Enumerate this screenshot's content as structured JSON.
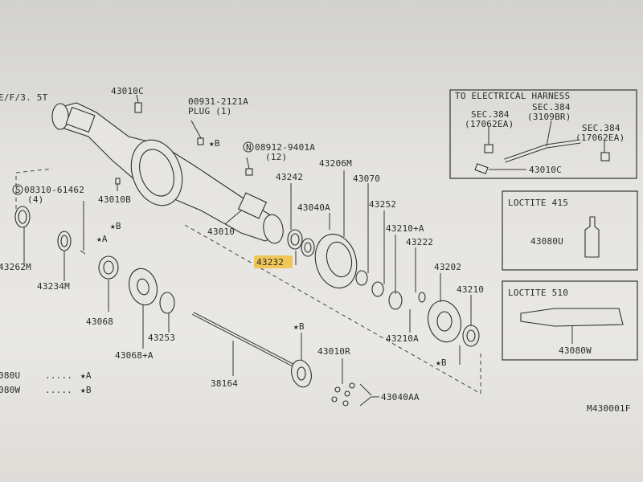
{
  "diagram_code": "M430001F",
  "top_left_note": "E/F/3. 5T",
  "highlight_color": "#f2c24a",
  "part_labels": {
    "p43010c_top": "43010C",
    "p00931": "00931-2121A",
    "plug": "PLUG (1)",
    "star_b_1": "★B",
    "n08912": "08912-9401A",
    "n08912_qty": "(12)",
    "n08912_prefix": "N",
    "s08310": "08310-61462",
    "s08310_qty": "(4)",
    "s08310_prefix": "S",
    "p43010b": "43010B",
    "p43242": "43242",
    "p43206m": "43206M",
    "p43070": "43070",
    "p43040a": "43040A",
    "p43252": "43252",
    "p43010": "43010",
    "star_b_2": "★B",
    "star_a_1": "★A",
    "p43210a_plus": "43210+A",
    "p43222": "43222",
    "p43262m": "43262M",
    "p43234m": "43234M",
    "p43232": "43232",
    "p43202": "43202",
    "p43210": "43210",
    "p43068": "43068",
    "p43253": "43253",
    "p43068a": "43068+A",
    "p43210a": "43210A",
    "star_b_3": "★B",
    "star_b_4": "★B",
    "p43010r": "43010R",
    "p38164": "38164",
    "p43040aa": "43040AA"
  },
  "legend": [
    {
      "code": "080U",
      "dots": ".....",
      "mark": "★A"
    },
    {
      "code": "080W",
      "dots": ".....",
      "mark": "★B"
    }
  ],
  "harness_box": {
    "title": "TO ELECTRICAL HARNESS",
    "sec1": "SEC.384",
    "sec1_sub": "(17062EA)",
    "sec2": "SEC.384",
    "sec2_sub": "(3109BR)",
    "sec3": "SEC.384",
    "sec3_sub": "(17062EA)",
    "part": "43010C"
  },
  "loctite415": {
    "title": "LOCTITE 415",
    "part": "43080U"
  },
  "loctite510": {
    "title": "LOCTITE 510",
    "part": "43080W"
  }
}
